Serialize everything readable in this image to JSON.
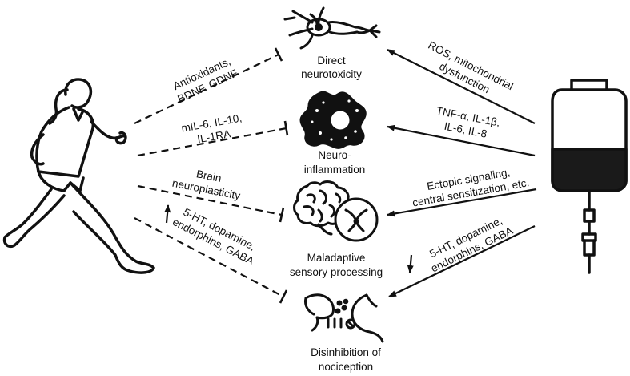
{
  "targets": {
    "neurotoxicity": [
      "Direct",
      "neurotoxicity"
    ],
    "neuroinflammation": [
      "Neuro-",
      "inflammation"
    ],
    "sensory": [
      "Maladaptive",
      "sensory processing"
    ],
    "nociception": [
      "Disinhibition of",
      "nociception"
    ]
  },
  "exercise_effects": {
    "antioxidants": [
      "Antioxidants,",
      "BDNF, GDNF"
    ],
    "antiinflammatory": [
      "mIL-6, IL-10,",
      "IL-1RA"
    ],
    "plasticity": [
      "Brain",
      "neuroplasticity"
    ],
    "neurotransmitters": [
      "5-HT, dopamine,",
      "endorphins, GABA"
    ]
  },
  "chemo_effects": {
    "ros": [
      "ROS, mitochondrial",
      "dysfunction"
    ],
    "cytokines": [
      "TNF-α, IL-1β,",
      "IL-6, IL-8"
    ],
    "ectopic": [
      "Ectopic signaling,",
      "central sensitization, etc."
    ],
    "neurotransmitters": [
      "5-HT, dopamine,",
      "endorphins, GABA"
    ]
  },
  "colors": {
    "ink": "#111111",
    "bag_fill": "#1a1a1a"
  },
  "icons": [
    "runner-icon",
    "neuron-icon",
    "microglia-icon",
    "brain-spinal-cord-icon",
    "synapse-icon",
    "iv-bag-icon"
  ]
}
